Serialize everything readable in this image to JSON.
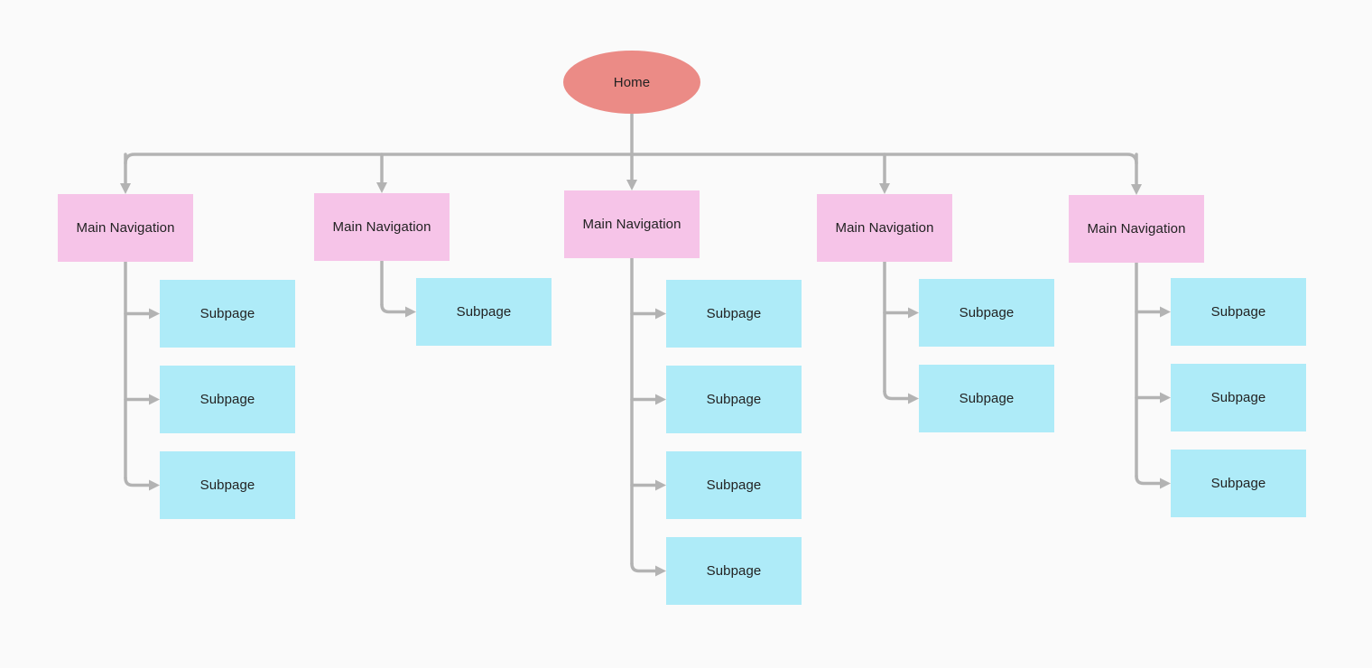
{
  "colors": {
    "background": "#fafafa",
    "home_fill": "#eb8b86",
    "main_nav_fill": "#f6c4e8",
    "subpage_fill": "#aeebf8",
    "connector": "#b3b3b3"
  },
  "home": {
    "label": "Home"
  },
  "main_navigation": [
    {
      "label": "Main Navigation",
      "subpages": [
        "Subpage",
        "Subpage",
        "Subpage"
      ]
    },
    {
      "label": "Main Navigation",
      "subpages": [
        "Subpage"
      ]
    },
    {
      "label": "Main Navigation",
      "subpages": [
        "Subpage",
        "Subpage",
        "Subpage",
        "Subpage"
      ]
    },
    {
      "label": "Main Navigation",
      "subpages": [
        "Subpage",
        "Subpage"
      ]
    },
    {
      "label": "Main Navigation",
      "subpages": [
        "Subpage",
        "Subpage",
        "Subpage"
      ]
    }
  ]
}
